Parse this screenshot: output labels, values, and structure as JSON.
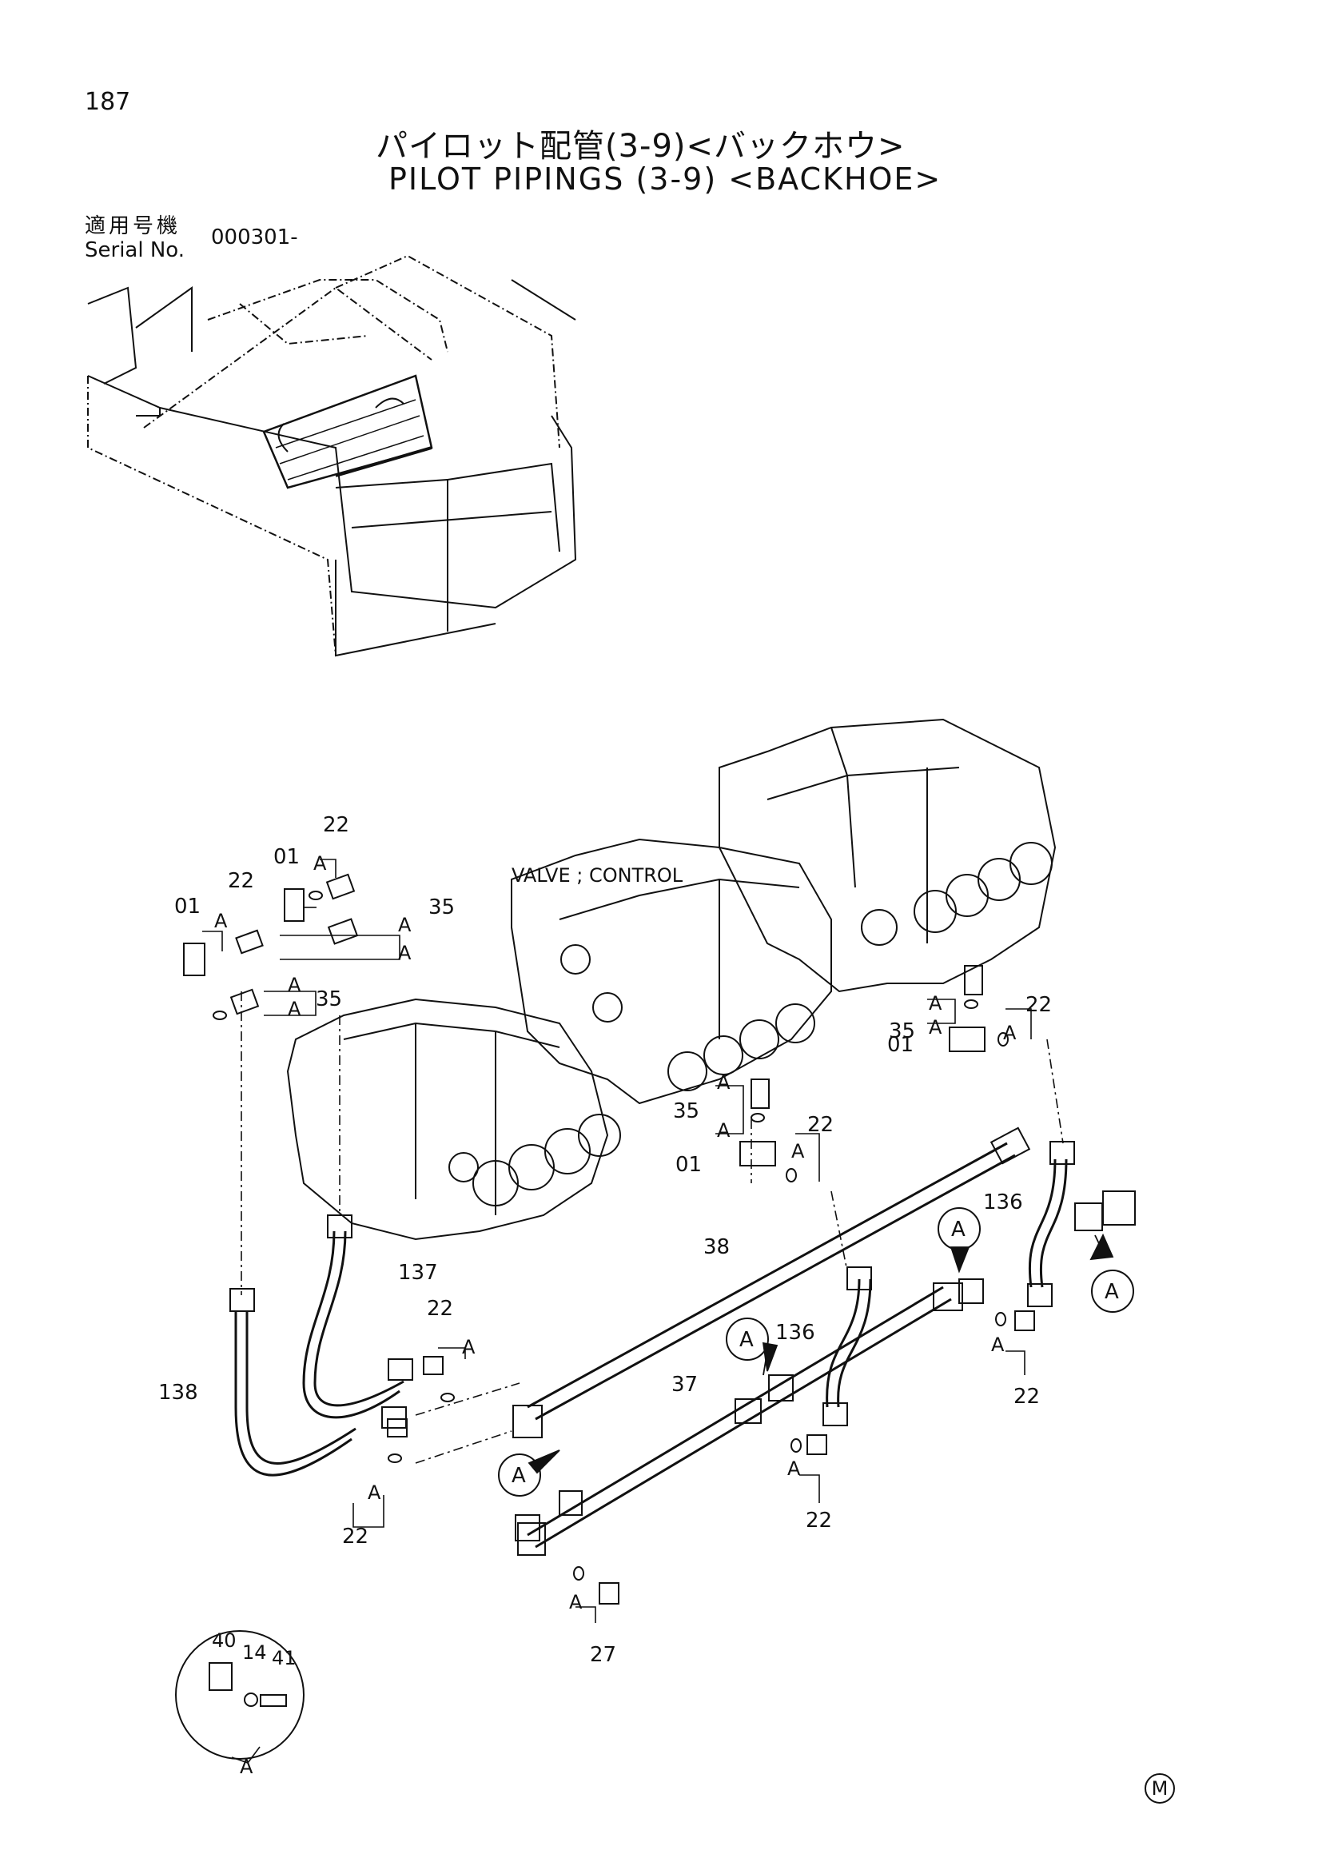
{
  "header": {
    "page_number": "187",
    "title_jp": "パイロット配管(3-9)<バックホウ>",
    "title_en": "PILOT PIPINGS (3-9) <BACKHOE>",
    "serial_label_jp": "適用号機",
    "serial_label_en": "Serial No.",
    "serial_value": "000301-"
  },
  "labels": {
    "valve_control": "VALVE ; CONTROL",
    "p01": "01",
    "p14": "14",
    "p22": "22",
    "p27": "27",
    "p35": "35",
    "p37": "37",
    "p38": "38",
    "p40": "40",
    "p41": "41",
    "p136": "136",
    "p137": "137",
    "p138": "138",
    "ref_a": "A"
  },
  "footer": {
    "mark": "M"
  }
}
